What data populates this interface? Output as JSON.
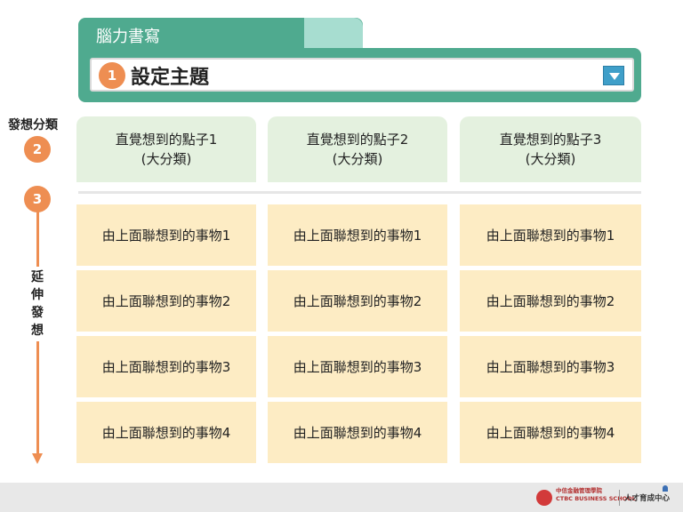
{
  "header": {
    "title": "腦力書寫"
  },
  "topic": {
    "step": "1",
    "label": "設定主題",
    "dropdown_icon": "triangle-down-icon"
  },
  "side": {
    "categorize_label": "發想分類",
    "categorize_step": "2",
    "extend_step": "3",
    "extend_label": "延伸發想"
  },
  "categories": [
    {
      "text": "直覺想到的點子1\n(大分類)"
    },
    {
      "text": "直覺想到的點子2\n(大分類)"
    },
    {
      "text": "直覺想到的點子3\n(大分類)"
    }
  ],
  "ideas": [
    [
      "由上面聯想到的事物1",
      "由上面聯想到的事物2",
      "由上面聯想到的事物3",
      "由上面聯想到的事物4"
    ],
    [
      "由上面聯想到的事物1",
      "由上面聯想到的事物2",
      "由上面聯想到的事物3",
      "由上面聯想到的事物4"
    ],
    [
      "由上面聯想到的事物1",
      "由上面聯想到的事物2",
      "由上面聯想到的事物3",
      "由上面聯想到的事物4"
    ]
  ],
  "footer": {
    "org_name": "中信金融管理學院",
    "org_sub": "CTBC BUSINESS SCHOOL",
    "center_name": "人才育成中心"
  },
  "colors": {
    "header_green": "#4faa8f",
    "accent_orange": "#ee8e52",
    "category_bg": "#e4f1df",
    "idea_bg": "#fdecc4"
  }
}
